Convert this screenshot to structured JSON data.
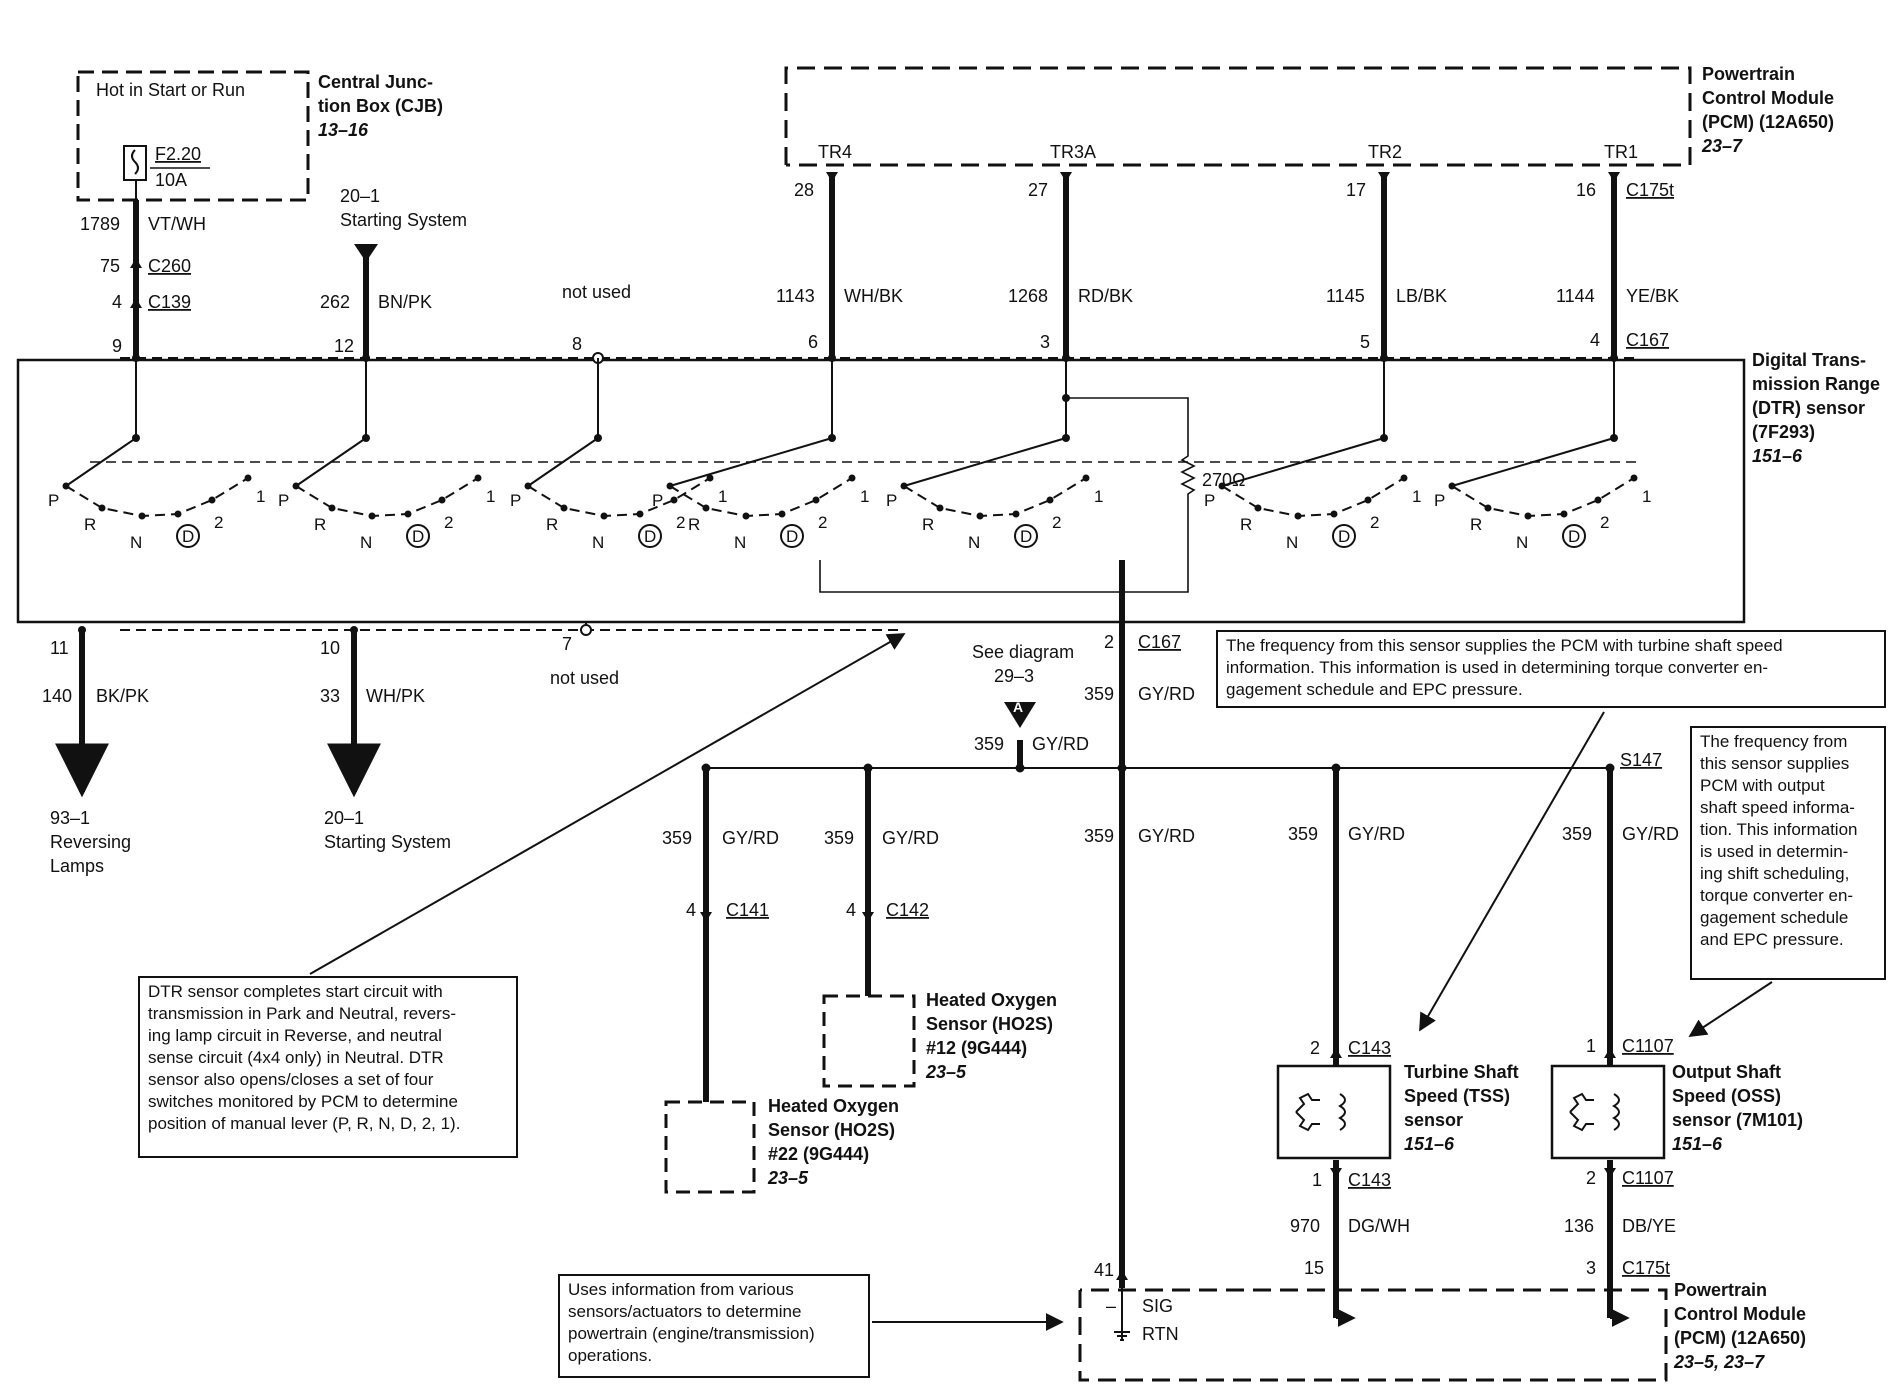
{
  "cjb": {
    "hot_label": "Hot in Start or Run",
    "fuse_id": "F2.20",
    "fuse_rating": "10A",
    "title": [
      "Central Junc-",
      "tion Box (CJB)"
    ],
    "ref": "13–16"
  },
  "pcm_top": {
    "title": [
      "Powertrain",
      "Control Module",
      "(PCM) (12A650)"
    ],
    "ref": "23–7",
    "pins": [
      "TR4",
      "TR3A",
      "TR2",
      "TR1"
    ],
    "connector": "C175t"
  },
  "dtr": {
    "title": [
      "Digital Trans-",
      "mission Range",
      "(DTR) sensor",
      "(7F293)"
    ],
    "ref": "151–6",
    "connector": "C167",
    "resistor": "270Ω",
    "positions": [
      "P",
      "R",
      "N",
      "D",
      "2",
      "1"
    ]
  },
  "wires_top": [
    {
      "pin": "9",
      "circuit": "1789",
      "color": "VT/WH",
      "c1_pin": "75",
      "c1": "C260",
      "c2_pin": "4",
      "c2": "C139"
    },
    {
      "pin": "12",
      "circuit": "262",
      "color": "BN/PK",
      "ref_num": "20–1",
      "ref_text": "Starting System"
    },
    {
      "pin": "8",
      "note": "not used"
    },
    {
      "pin": "6",
      "pcm_pin": "28",
      "circuit": "1143",
      "color": "WH/BK"
    },
    {
      "pin": "3",
      "pcm_pin": "27",
      "circuit": "1268",
      "color": "RD/BK"
    },
    {
      "pin": "5",
      "pcm_pin": "17",
      "circuit": "1145",
      "color": "LB/BK"
    },
    {
      "pin": "4",
      "pcm_pin": "16",
      "circuit": "1144",
      "color": "YE/BK"
    }
  ],
  "wires_bottom": [
    {
      "pin": "11",
      "circuit": "140",
      "color": "BK/PK",
      "ref_num": "93–1",
      "ref_text": [
        "Reversing",
        "Lamps"
      ]
    },
    {
      "pin": "10",
      "circuit": "33",
      "color": "WH/PK",
      "ref_num": "20–1",
      "ref_text": [
        "Starting System"
      ]
    },
    {
      "pin": "7",
      "note": "not used"
    },
    {
      "pin": "2",
      "connector": "C167",
      "circuit": "359",
      "color": "GY/RD"
    }
  ],
  "see_diagram": {
    "text": "See diagram",
    "ref": "29–3",
    "marker": "A",
    "circuit": "359",
    "color": "GY/RD"
  },
  "ho2s_22": {
    "circuit": "359",
    "color": "GY/RD",
    "pin": "4",
    "connector": "C141",
    "title": [
      "Heated Oxygen",
      "Sensor (HO2S)",
      "#22 (9G444)"
    ],
    "ref": "23–5"
  },
  "ho2s_12": {
    "circuit": "359",
    "color": "GY/RD",
    "pin": "4",
    "connector": "C142",
    "title": [
      "Heated Oxygen",
      "Sensor (HO2S)",
      "#12 (9G444)"
    ],
    "ref": "23–5"
  },
  "main_sig": {
    "circuit": "359",
    "color": "GY/RD",
    "pin": "41"
  },
  "tss": {
    "circuit_in": "359",
    "color_in": "GY/RD",
    "pin_a": "2",
    "conn_a": "C143",
    "pin_b": "1",
    "conn_b": "C143",
    "circuit_out": "970",
    "color_out": "DG/WH",
    "pcm_pin": "15",
    "title": [
      "Turbine Shaft",
      "Speed (TSS)",
      "sensor"
    ],
    "ref": "151–6"
  },
  "oss": {
    "splice": "S147",
    "circuit_in": "359",
    "color_in": "GY/RD",
    "pin_a": "1",
    "conn_a": "C1107",
    "pin_b": "2",
    "conn_b": "C1107",
    "circuit_out": "136",
    "color_out": "DB/YE",
    "pcm_pin": "3",
    "pcm_conn": "C175t",
    "title": [
      "Output Shaft",
      "Speed (OSS)",
      "sensor (7M101)"
    ],
    "ref": "151–6"
  },
  "pcm_bottom": {
    "sig": "SIG",
    "rtn": "RTN",
    "title": [
      "Powertrain",
      "Control Module",
      "(PCM) (12A650)"
    ],
    "ref": "23–5, 23–7"
  },
  "notes": {
    "tss_note": [
      "The frequency from this sensor supplies the PCM with turbine shaft speed",
      "information. This information is used in determining torque converter en-",
      "gagement schedule and EPC pressure."
    ],
    "oss_note": [
      "The frequency from",
      "this sensor supplies",
      "PCM with output",
      "shaft speed informa-",
      "tion. This information",
      "is used in determin-",
      "ing shift scheduling,",
      "torque converter en-",
      "gagement schedule",
      "and EPC pressure."
    ],
    "dtr_note": [
      "DTR sensor completes start circuit with",
      "transmission in Park and Neutral, revers-",
      "ing lamp circuit in Reverse, and neutral",
      "sense circuit (4x4 only) in Neutral. DTR",
      "sensor also opens/closes a set of four",
      "switches monitored by PCM to determine",
      "position of manual lever (P, R, N, D, 2, 1)."
    ],
    "pcm_note": [
      "Uses information from various",
      "sensors/actuators to determine",
      "powertrain (engine/transmission)",
      "operations."
    ]
  }
}
